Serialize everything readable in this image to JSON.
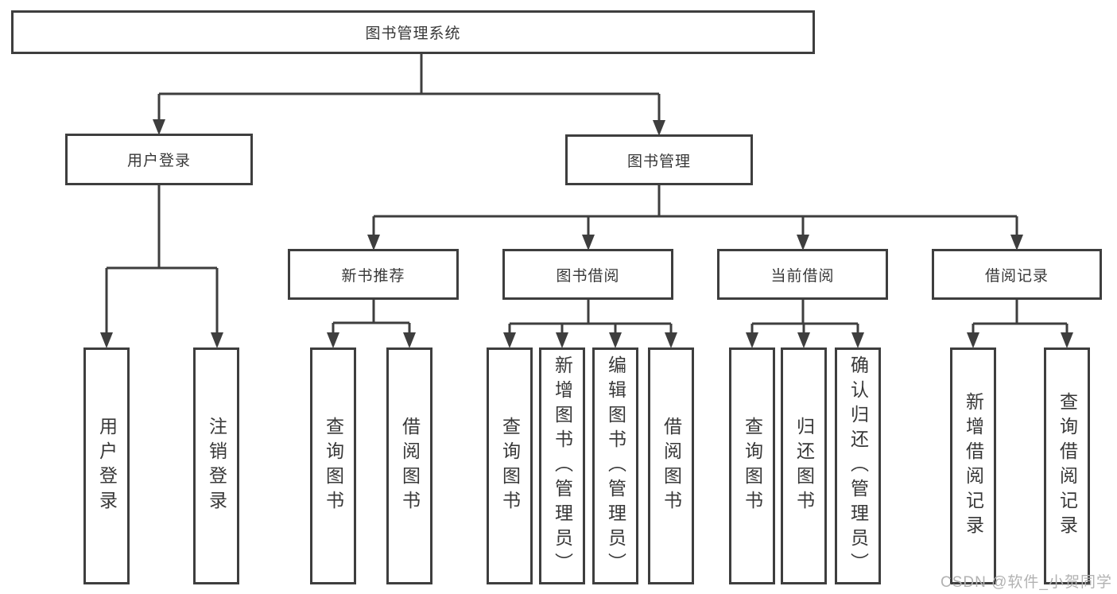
{
  "diagram": {
    "root": {
      "label": "图书管理系统"
    },
    "children": [
      {
        "label": "用户登录",
        "children": [
          {
            "label": "用户登录"
          },
          {
            "label": "注销登录"
          }
        ]
      },
      {
        "label": "图书管理",
        "children": [
          {
            "label": "新书推荐",
            "children": [
              {
                "label": "查询图书"
              },
              {
                "label": "借阅图书"
              }
            ]
          },
          {
            "label": "图书借阅",
            "children": [
              {
                "label": "查询图书"
              },
              {
                "label": "新增图书（管理员）"
              },
              {
                "label": "编辑图书（管理员）"
              },
              {
                "label": "借阅图书"
              }
            ]
          },
          {
            "label": "当前借阅",
            "children": [
              {
                "label": "查询图书"
              },
              {
                "label": "归还图书"
              },
              {
                "label": "确认归还（管理员）"
              }
            ]
          },
          {
            "label": "借阅记录",
            "children": [
              {
                "label": "新增借阅记录"
              },
              {
                "label": "查询借阅记录"
              }
            ]
          }
        ]
      }
    ]
  },
  "colors": {
    "line": "#3e3e3e",
    "text": "#383838",
    "watermark": "#b2b2b2",
    "background": "#ffffff"
  },
  "watermark": "CSDN @软件_小贺同学"
}
